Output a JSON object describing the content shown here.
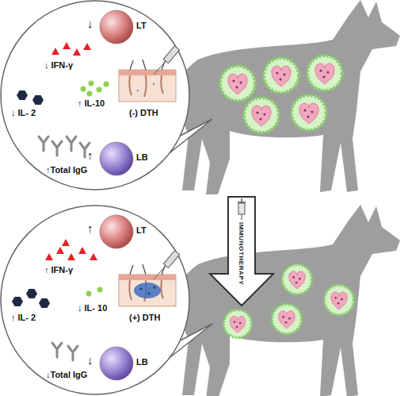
{
  "diagram": {
    "nodes": [
      {
        "text": [
          "↓",
          "↓ IFN-γ",
          "↓ IL- 2",
          "↑ IL-10",
          "(-) DTH",
          "↑",
          "↑Total IgG"
        ]
      },
      {
        "text": [
          "LT"
        ],
        "in": 0
      },
      {
        "text": [
          "LB"
        ],
        "in": 0
      },
      {
        "text": [
          "↑",
          "↑ IFN-γ",
          "↑ IL- 2",
          "↓ IL- 10",
          "(+) DTH",
          "↓",
          "↓Total IgG"
        ]
      },
      {
        "text": [
          "LT"
        ],
        "in": 3
      },
      {
        "text": [
          "LB"
        ],
        "in": 3
      }
    ],
    "labels": [
      "IMMUNOTHERAPY"
    ]
  }
}
